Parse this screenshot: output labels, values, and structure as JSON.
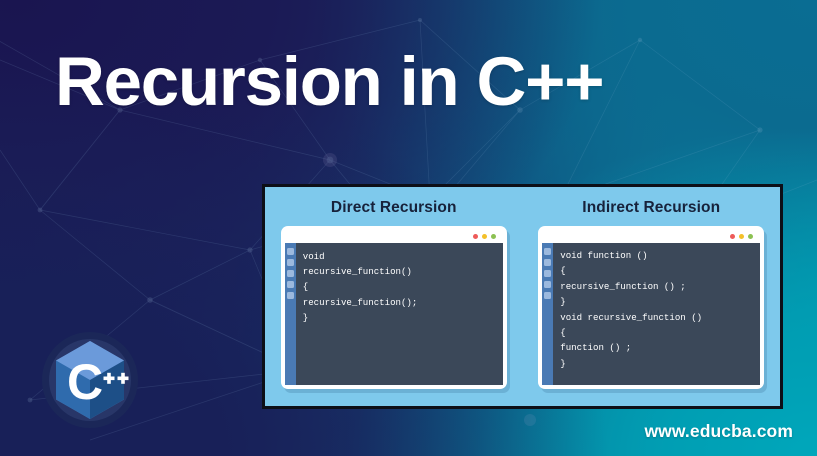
{
  "slide": {
    "title": "Recursion in C++",
    "footer_url": "www.educba.com",
    "background": {
      "navy": "#1b1a55",
      "teal": "#00a3b7",
      "mid_blue": "#10507e"
    }
  },
  "logo": {
    "name": "cpp-logo",
    "letter": "C",
    "plus_one": "+",
    "plus_two": "+",
    "colors": {
      "ring": "#1e2a5e",
      "hex_light": "#5b8ed0",
      "hex_mid": "#3a6bab",
      "hex_dark": "#1d4f87",
      "glyph": "#ffffff"
    }
  },
  "container": {
    "background": "#7ec9ec",
    "border_color": "#0d0f17",
    "columns": [
      {
        "heading": "Direct Recursion",
        "window": {
          "dots": [
            "red",
            "yellow",
            "green"
          ],
          "code_lines": [
            "void",
            "recursive_function()",
            "{",
            "recursive_function();",
            "}"
          ]
        }
      },
      {
        "heading": "Indirect Recursion",
        "window": {
          "dots": [
            "red",
            "yellow",
            "green"
          ],
          "code_lines": [
            "void function ()",
            "{",
            "recursive_function () ;",
            "}",
            "void recursive_function ()",
            "{",
            "function () ;",
            "}"
          ]
        }
      }
    ]
  },
  "code_theme": {
    "editor_background": "#3b4859",
    "sidebar": "#4a7ab4",
    "text": "#ffffff",
    "dot_red": "#ee5b59",
    "dot_yellow": "#f4c029",
    "dot_green": "#8cc152"
  }
}
